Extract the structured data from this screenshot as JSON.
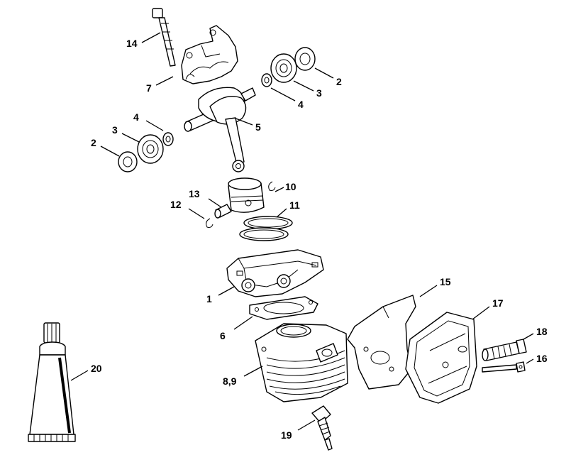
{
  "labels": {
    "bolt": "14",
    "crankcase_upper": "7",
    "bearing_right": "2",
    "bearing_right_inner": "3",
    "washer_right": "4",
    "crankshaft": "5",
    "washer_left": "4",
    "bearing_left": "3",
    "seal_left": "2",
    "snap_ring_right": "10",
    "piston_pin": "13",
    "snap_ring_left": "12",
    "piston_rings": "11",
    "crankcase_lower": "1",
    "cylinder_gasket": "6",
    "cylinder": "8,9",
    "spark_plug": "19",
    "heat_shield": "15",
    "muffler": "17",
    "spacer_sleeve": "18",
    "muffler_screw": "16",
    "grease_tube": "20"
  }
}
